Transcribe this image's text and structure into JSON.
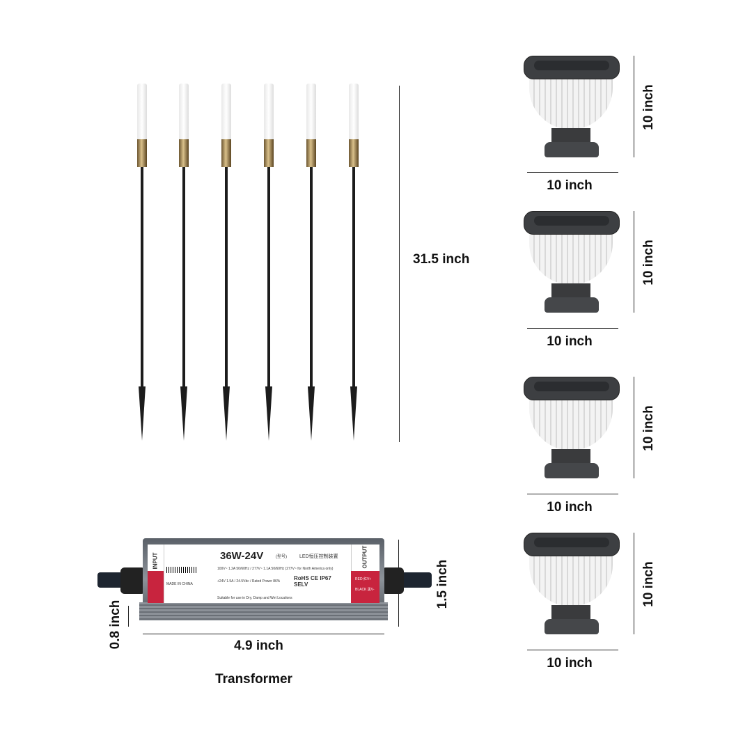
{
  "stakes": {
    "count": 6,
    "height_label": "31.5 inch"
  },
  "lamps": [
    {
      "height_label": "10 inch",
      "width_label": "10 inch"
    },
    {
      "height_label": "10 inch",
      "width_label": "10 inch"
    },
    {
      "height_label": "10 inch",
      "width_label": "10 inch"
    },
    {
      "height_label": "10 inch",
      "width_label": "10 inch"
    }
  ],
  "transformer": {
    "caption": "Transformer",
    "length_label": "4.9 inch",
    "height_label": "1.5 inch",
    "depth_label": "0.8 inch",
    "label": {
      "input": "INPUT",
      "output": "OUTPUT",
      "model": "36W-24V",
      "model_cn": "(型号)",
      "title_cn": "LED恒压控制装置",
      "input_spec": "100V~ 1.2A 50/60Hz / 277V~ 1.1A 50/60Hz (277V~ for North America only)",
      "output_spec": "+24V 1.5A / 24.5Vdc / Rated Power 86%",
      "made_in": "MADE IN CHINA",
      "suitable": "Suitable for use in Dry, Damp and Wet Locations",
      "certs": "RoHS CE IP67 SELV",
      "red": "RED 红V+",
      "black": "BLACK 黑V-"
    }
  }
}
